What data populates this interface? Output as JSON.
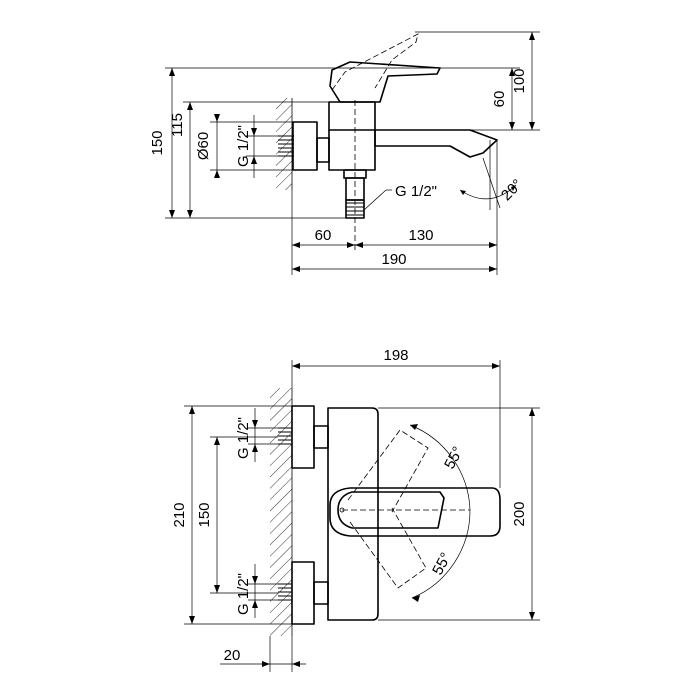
{
  "side_view": {
    "dimensions": {
      "height_total": "150",
      "height_outlet": "115",
      "pipe_diameter": "Ø60",
      "inlet_thread": "G 1/2\"",
      "outlet_thread": "G 1/2\"",
      "lever_height": "60",
      "lever_to_top": "100",
      "spout_angle": "20°",
      "wall_to_body": "60",
      "body_to_spout": "130",
      "wall_to_spout": "190"
    }
  },
  "front_view": {
    "dimensions": {
      "overall_width": "198",
      "overall_height_left": "210",
      "inlet_spacing": "150",
      "inlet_thread_top": "G 1/2\"",
      "inlet_thread_bottom": "G 1/2\"",
      "body_height": "200",
      "rotation_upper": "55°",
      "rotation_lower": "55°",
      "eccentric_offset": "20"
    }
  }
}
